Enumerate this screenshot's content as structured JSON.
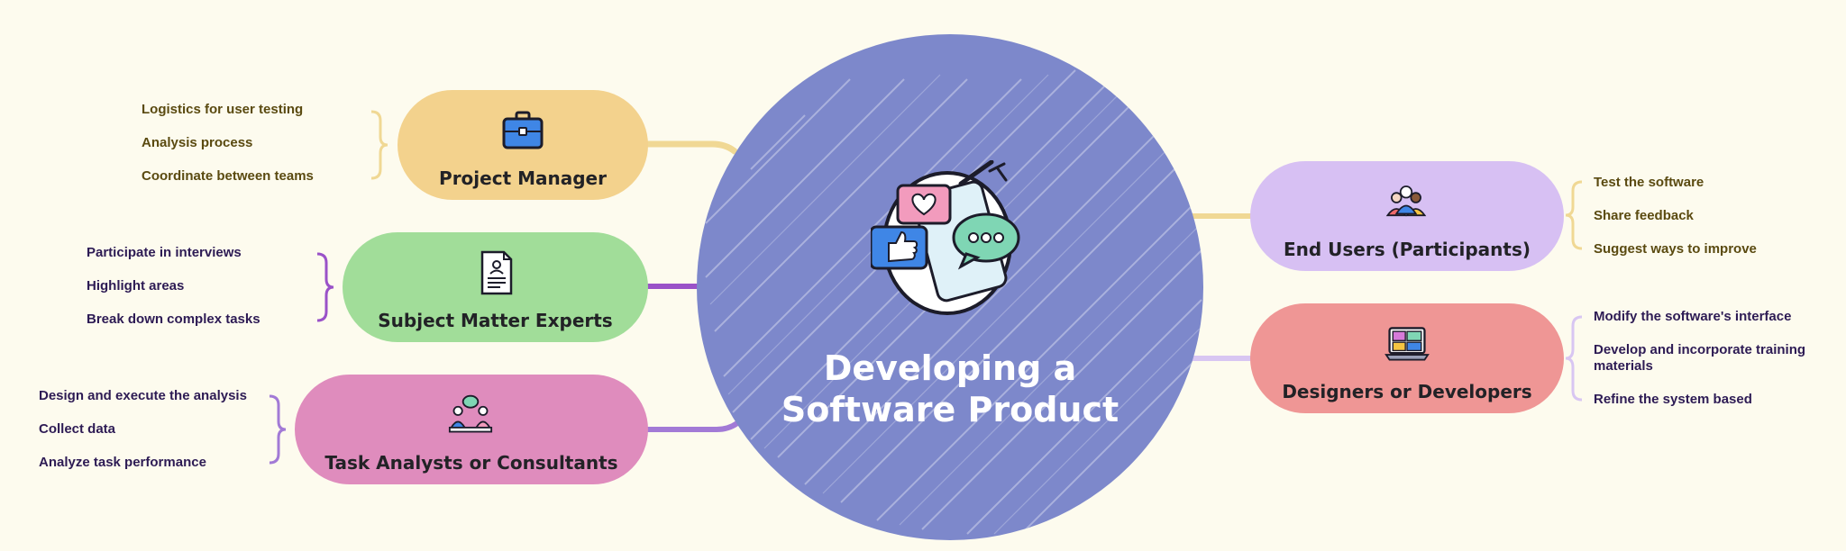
{
  "center": {
    "title_line1": "Developing a",
    "title_line2": "Software Product",
    "icon": "social-feedback-icon"
  },
  "nodes": [
    {
      "id": "project-manager",
      "label": "Project Manager",
      "icon": "briefcase-icon",
      "color": "#f3d28d",
      "line_color": "#f0d894",
      "text_color": "#5a4a10",
      "side": "left",
      "items": [
        "Logistics for user testing",
        "Analysis process",
        "Coordinate between teams"
      ]
    },
    {
      "id": "subject-matter-experts",
      "label": "Subject Matter Experts",
      "icon": "resume-document-icon",
      "color": "#a1dd99",
      "line_color": "#9a52c8",
      "text_color": "#2d1b54",
      "side": "left",
      "items": [
        "Participate in interviews",
        "Highlight areas",
        "Break down complex tasks"
      ]
    },
    {
      "id": "task-analysts",
      "label": "Task Analysts or Consultants",
      "icon": "consultation-icon",
      "color": "#df8cbd",
      "line_color": "#a27ad6",
      "text_color": "#2d1b54",
      "side": "left",
      "items": [
        "Design and execute the analysis",
        "Collect data",
        "Analyze task performance"
      ]
    },
    {
      "id": "end-users",
      "label": "End Users (Participants)",
      "icon": "users-group-icon",
      "color": "#d7c0f3",
      "line_color": "#f0d894",
      "text_color": "#5a4a10",
      "side": "right",
      "items": [
        "Test the software",
        "Share feedback",
        "Suggest ways to improve"
      ]
    },
    {
      "id": "designers-developers",
      "label": "Designers or Developers",
      "icon": "laptop-design-icon",
      "color": "#ef9695",
      "line_color": "#d8c6f2",
      "text_color": "#2d1b54",
      "side": "right",
      "items": [
        "Modify the software's interface",
        "Develop and incorporate training materials",
        "Refine the system based"
      ]
    }
  ]
}
